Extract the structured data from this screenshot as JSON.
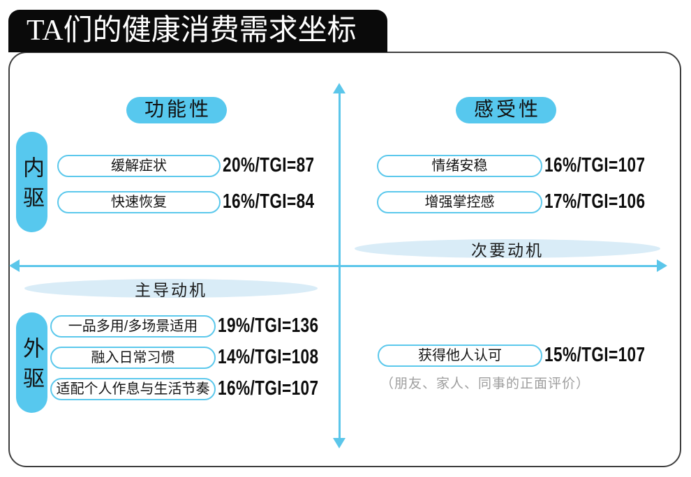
{
  "title": "TA们的健康消费需求坐标",
  "quadrant_labels": {
    "functional": "功能性",
    "perceptual": "感受性"
  },
  "drive_labels": {
    "internal": "内驱",
    "external": "外驱"
  },
  "axis_labels": {
    "dominant": "主导动机",
    "secondary": "次要动机"
  },
  "quadrants": {
    "top_left": {
      "items": [
        {
          "label": "缓解症状",
          "value": "20%/TGI=87"
        },
        {
          "label": "快速恢复",
          "value": "16%/TGI=84"
        }
      ]
    },
    "top_right": {
      "items": [
        {
          "label": "情绪安稳",
          "value": "16%/TGI=107"
        },
        {
          "label": "增强掌控感",
          "value": "17%/TGI=106"
        }
      ]
    },
    "bottom_left": {
      "items": [
        {
          "label": "一品多用/多场景适用",
          "value": "19%/TGI=136"
        },
        {
          "label": "融入日常习惯",
          "value": "14%/TGI=108"
        },
        {
          "label": "适配个人作息与生活节奏",
          "value": "16%/TGI=107"
        }
      ]
    },
    "bottom_right": {
      "items": [
        {
          "label": "获得他人认可",
          "value": "15%/TGI=107",
          "note": "（朋友、家人、同事的正面评价）"
        }
      ]
    }
  },
  "colors": {
    "accent_cyan": "#57c8ee",
    "axis_cyan": "#5bc6ea",
    "pill_border_cyan": "#5bc8ec",
    "highlight_ellipse": "#d9ecf7",
    "title_bg": "#0a0a0a",
    "frame_border": "#3e3e3e",
    "note_gray": "#9e9e9e"
  }
}
